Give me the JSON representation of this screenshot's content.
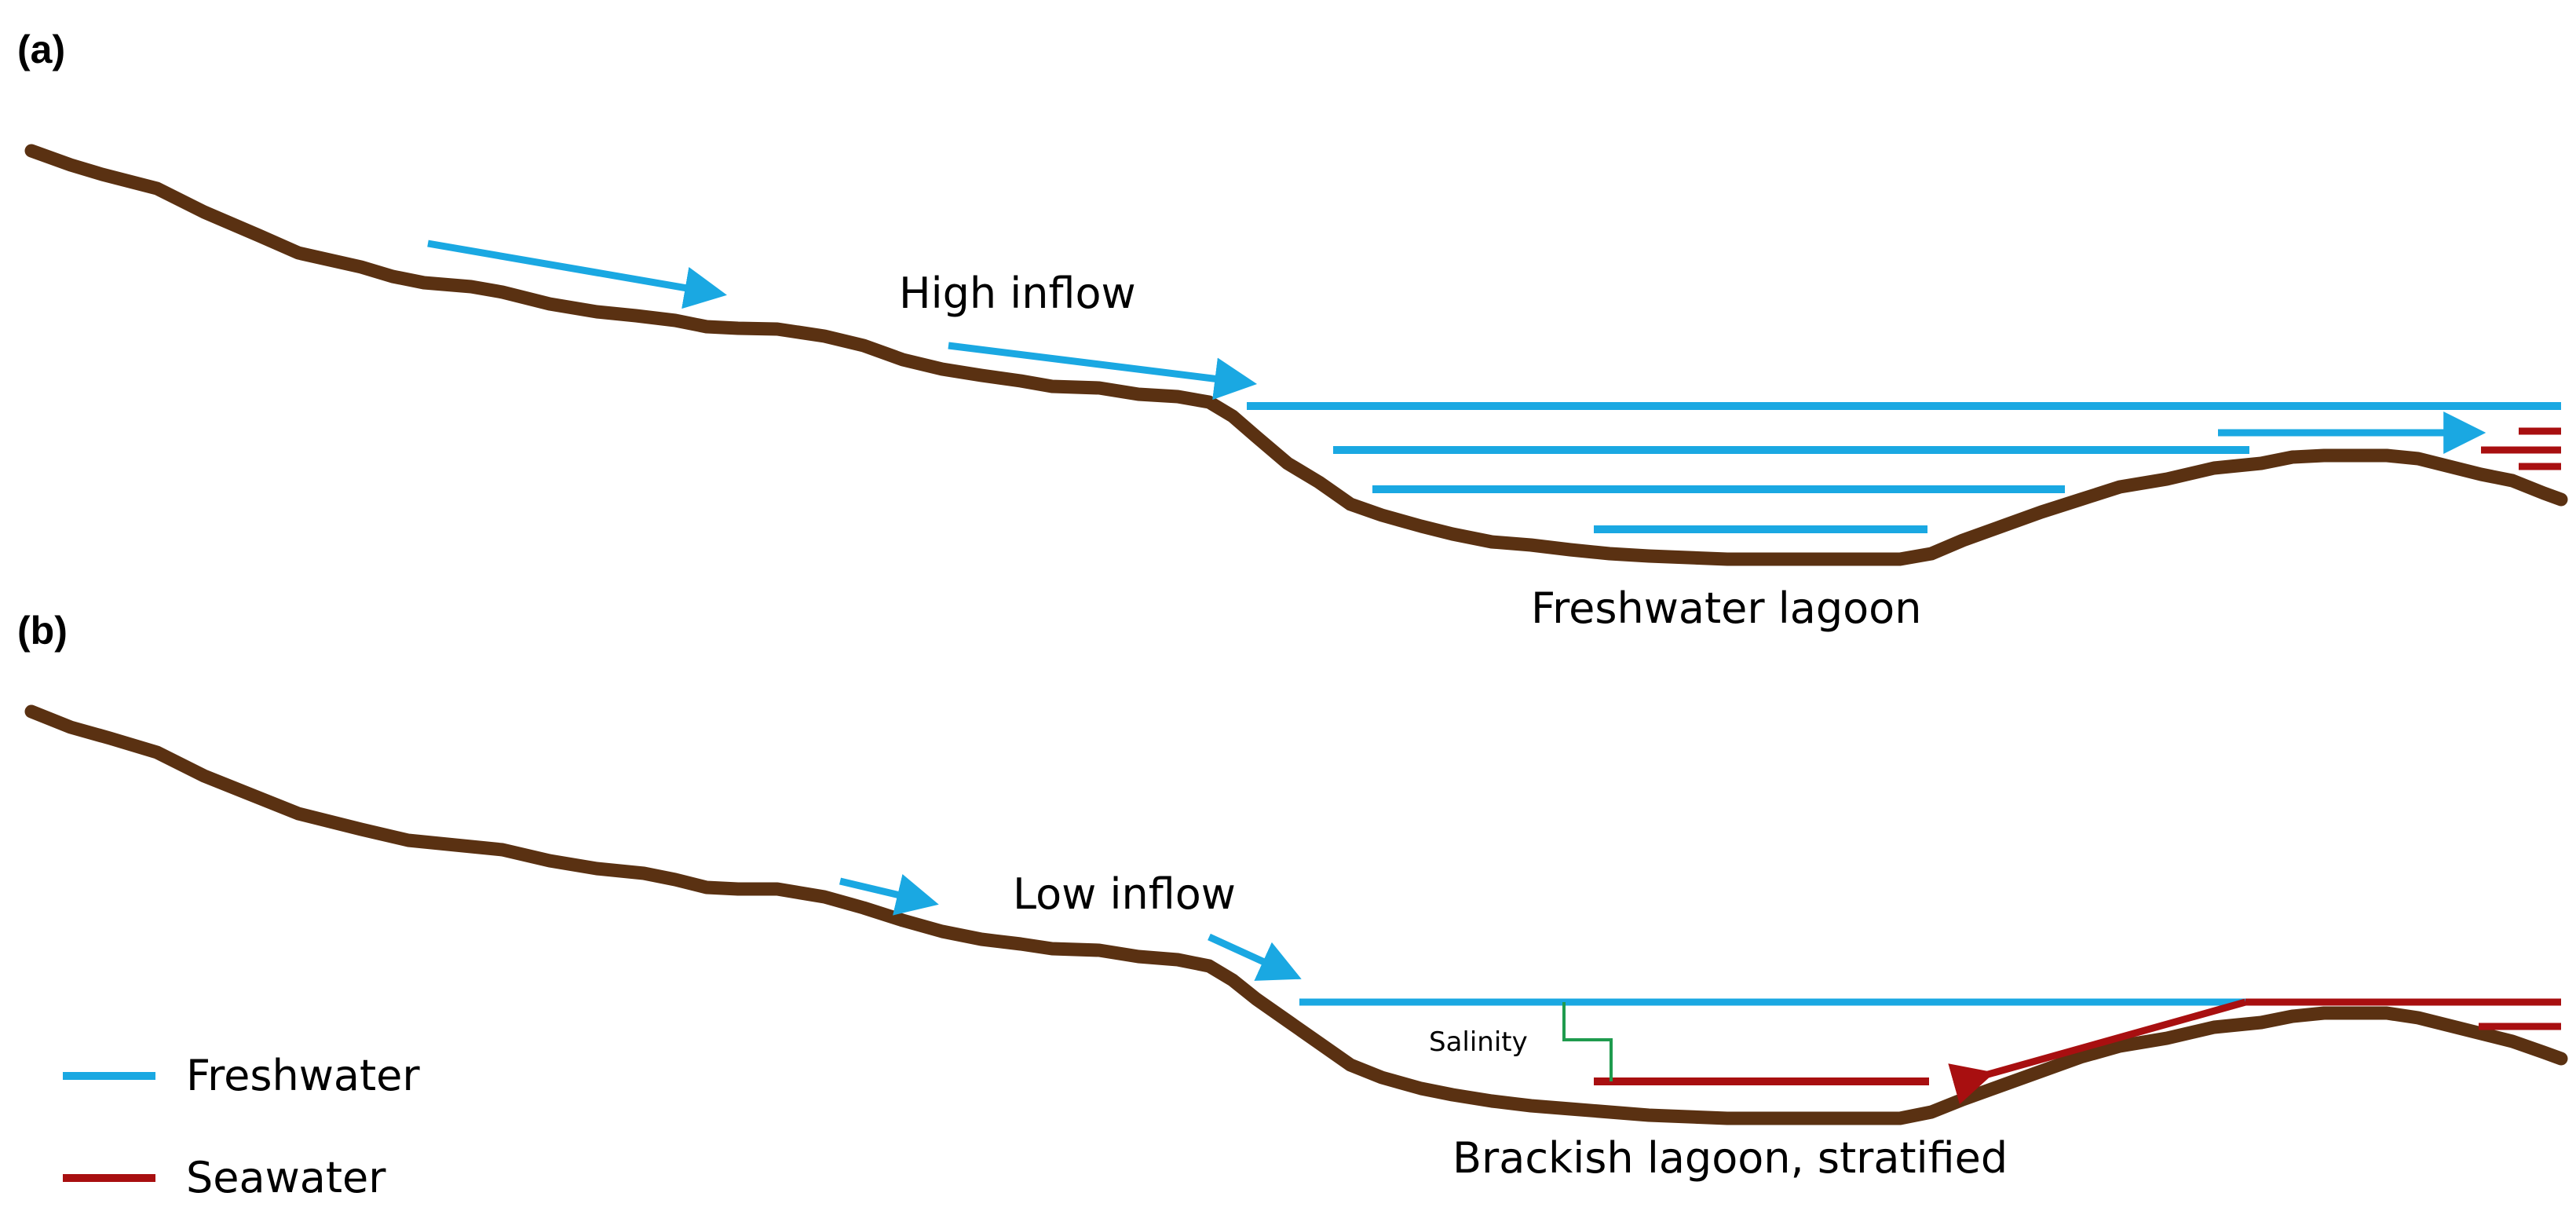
{
  "panels": {
    "a": {
      "label": "(a)",
      "inflow_label": "High inflow",
      "lagoon_label": "Freshwater lagoon"
    },
    "b": {
      "label": "(b)",
      "inflow_label": "Low inflow",
      "lagoon_label": "Brackish lagoon, stratified",
      "salinity_label": "Salinity"
    }
  },
  "legend": {
    "freshwater": "Freshwater",
    "seawater": "Seawater"
  },
  "colors": {
    "terrain": "#5a3112",
    "freshwater": "#1aa8e2",
    "seawater": "#a80f10",
    "salinity_profile": "#1f9b4e",
    "text": "#000000"
  }
}
